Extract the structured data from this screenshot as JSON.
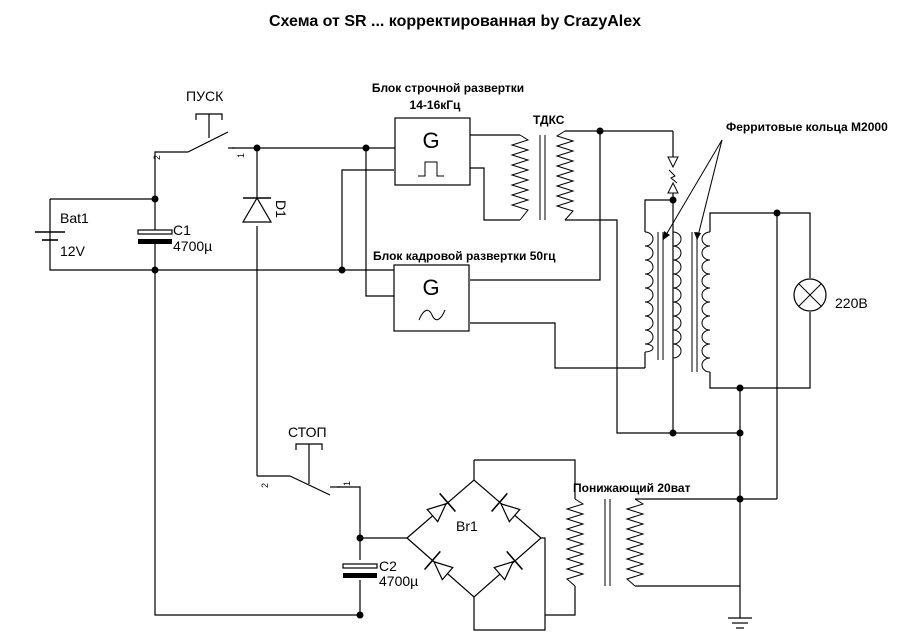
{
  "title": "Схема от SR ... корректированная by CrazyAlex",
  "switch_start": {
    "label": "ПУСК",
    "pin_left": "2",
    "pin_right": "1"
  },
  "switch_stop": {
    "label": "СТОП",
    "pin_left": "2",
    "pin_right": "1"
  },
  "battery": {
    "name": "Bat1",
    "value": "12V"
  },
  "c1": {
    "name": "C1",
    "value": "4700µ"
  },
  "c2": {
    "name": "C2",
    "value": "4700µ"
  },
  "d1": {
    "name": "D1"
  },
  "bridge": {
    "name": "Br1"
  },
  "hblock": {
    "title": "Блок строчной развертки",
    "freq": "14-16кГц",
    "symbol": "G"
  },
  "vblock": {
    "title": "Блок кадровой развертки 50гц",
    "symbol": "G"
  },
  "tdks": {
    "label": "ТДКС"
  },
  "ferrite": {
    "label": "Ферритовые кольца М2000"
  },
  "lamp": {
    "value": "220В"
  },
  "stepdown": {
    "label": "Понижающий 20ват"
  }
}
